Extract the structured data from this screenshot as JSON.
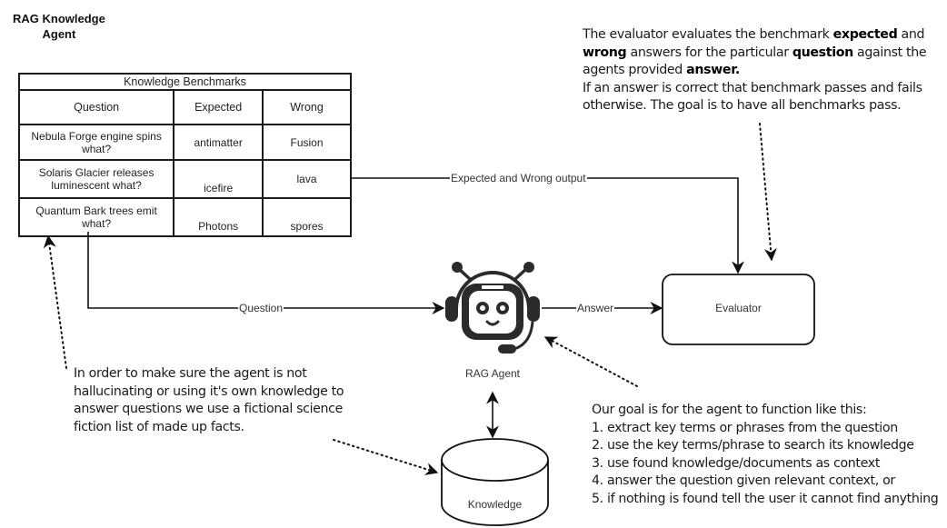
{
  "title": {
    "line1": "RAG Knowledge",
    "line2": "Agent"
  },
  "benchmarks": {
    "caption": "Knowledge Benchmarks",
    "headers": [
      "Question",
      "Expected",
      "Wrong"
    ],
    "rows": [
      {
        "question": "Nebula Forge engine spins what?",
        "expected": "antimatter",
        "wrong": "Fusion"
      },
      {
        "question": "Solaris Glacier releases luminescent what?",
        "expected": "icefire",
        "wrong": "lava"
      },
      {
        "question": "Quantum Bark trees emit what?",
        "expected": "Photons",
        "wrong": "spores"
      }
    ]
  },
  "edges": {
    "expected_wrong": "Expected and Wrong output",
    "question": "Question",
    "answer": "Answer"
  },
  "nodes": {
    "agent": "RAG Agent",
    "evaluator": "Evaluator",
    "knowledge": "Knowledge"
  },
  "notes": {
    "evaluator": {
      "p1_a": "The evaluator evaluates the benchmark ",
      "p1_b1": "expected",
      "p1_c": " and ",
      "p1_b2": "wrong",
      "p1_d": " answers for the particular ",
      "p1_b3": "question",
      "p1_e": " against the agents provided ",
      "p1_b4": "answer.",
      "p2": "If an answer is correct that benchmark passes and fails otherwise. The goal is to have all benchmarks pass."
    },
    "hallucination": "In order to make sure the agent is not hallucinating or using it's own knowledge to answer questions we use a fictional science fiction list of made up facts.",
    "goal": {
      "intro": "Our goal is for the agent to function like this:",
      "steps": [
        "1. extract key terms or phrases from the question",
        "2. use the key terms/phrase to search its knowledge",
        "3. use found knowledge/documents as context",
        "4. answer the question given relevant context, or",
        "5. if nothing is found tell the user it cannot find anything"
      ]
    }
  },
  "colors": {
    "stroke": "#111111",
    "robot": "#2b2b2b",
    "text": "#222222"
  }
}
